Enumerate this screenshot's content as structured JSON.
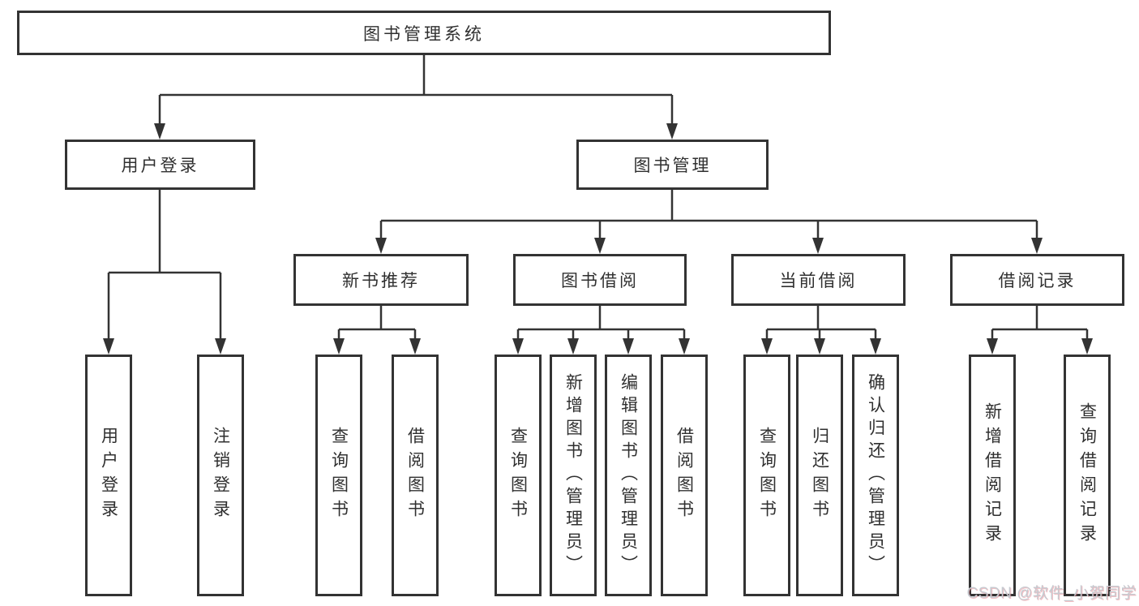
{
  "colors": {
    "line": "#333333",
    "text": "#303030",
    "background": "#ffffff",
    "watermark": "#c6cad0"
  },
  "watermark": "CSDN @软件_小贺同学",
  "tree": {
    "root": {
      "label": "图书管理系统"
    },
    "children": [
      {
        "label": "用户登录",
        "children": [
          {
            "label": "用户登录"
          },
          {
            "label": "注销登录"
          }
        ]
      },
      {
        "label": "图书管理",
        "children": [
          {
            "label": "新书推荐",
            "children": [
              {
                "label": "查询图书"
              },
              {
                "label": "借阅图书"
              }
            ]
          },
          {
            "label": "图书借阅",
            "children": [
              {
                "label": "查询图书"
              },
              {
                "label": "新增图书（管理员）"
              },
              {
                "label": "编辑图书（管理员）"
              },
              {
                "label": "借阅图书"
              }
            ]
          },
          {
            "label": "当前借阅",
            "children": [
              {
                "label": "查询图书"
              },
              {
                "label": "归还图书"
              },
              {
                "label": "确认归还（管理员）"
              }
            ]
          },
          {
            "label": "借阅记录",
            "children": [
              {
                "label": "新增借阅记录"
              },
              {
                "label": "查询借阅记录"
              }
            ]
          }
        ]
      }
    ]
  }
}
